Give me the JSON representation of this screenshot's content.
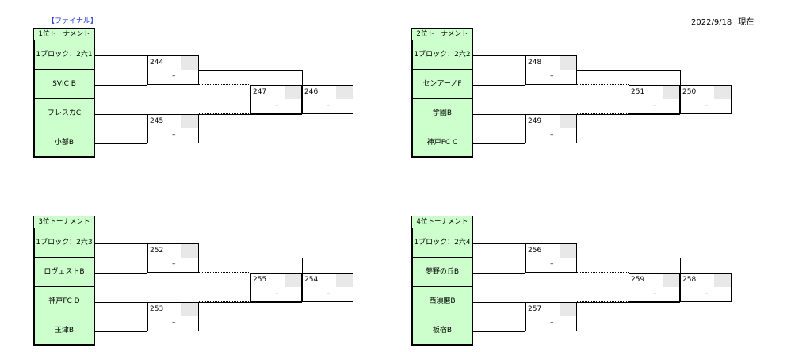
{
  "header": {
    "final_label": "【ファイナル】",
    "date": "2022/9/18",
    "status": "現在"
  },
  "brackets": [
    {
      "title": "1位トーナメント",
      "teams": [
        "1ブロック：2六1",
        "SVIC B",
        "フレスカC",
        "小部B"
      ],
      "semi1": "244",
      "semi2": "245",
      "final": "247",
      "third": "246",
      "dash": "–"
    },
    {
      "title": "2位トーナメント",
      "teams": [
        "1ブロック：2六2",
        "センアーノF",
        "学園B",
        "神戸FC C"
      ],
      "semi1": "248",
      "semi2": "249",
      "final": "251",
      "third": "250",
      "dash": "–"
    },
    {
      "title": "3位トーナメント",
      "teams": [
        "1ブロック：2六3",
        "ロヴェストB",
        "神戸FC D",
        "玉津B"
      ],
      "semi1": "252",
      "semi2": "253",
      "final": "255",
      "third": "254",
      "dash": "–"
    },
    {
      "title": "4位トーナメント",
      "teams": [
        "1ブロック：2六4",
        "夢野の丘B",
        "西須磨B",
        "板宿B"
      ],
      "semi1": "256",
      "semi2": "257",
      "final": "259",
      "third": "258",
      "dash": "–"
    }
  ]
}
